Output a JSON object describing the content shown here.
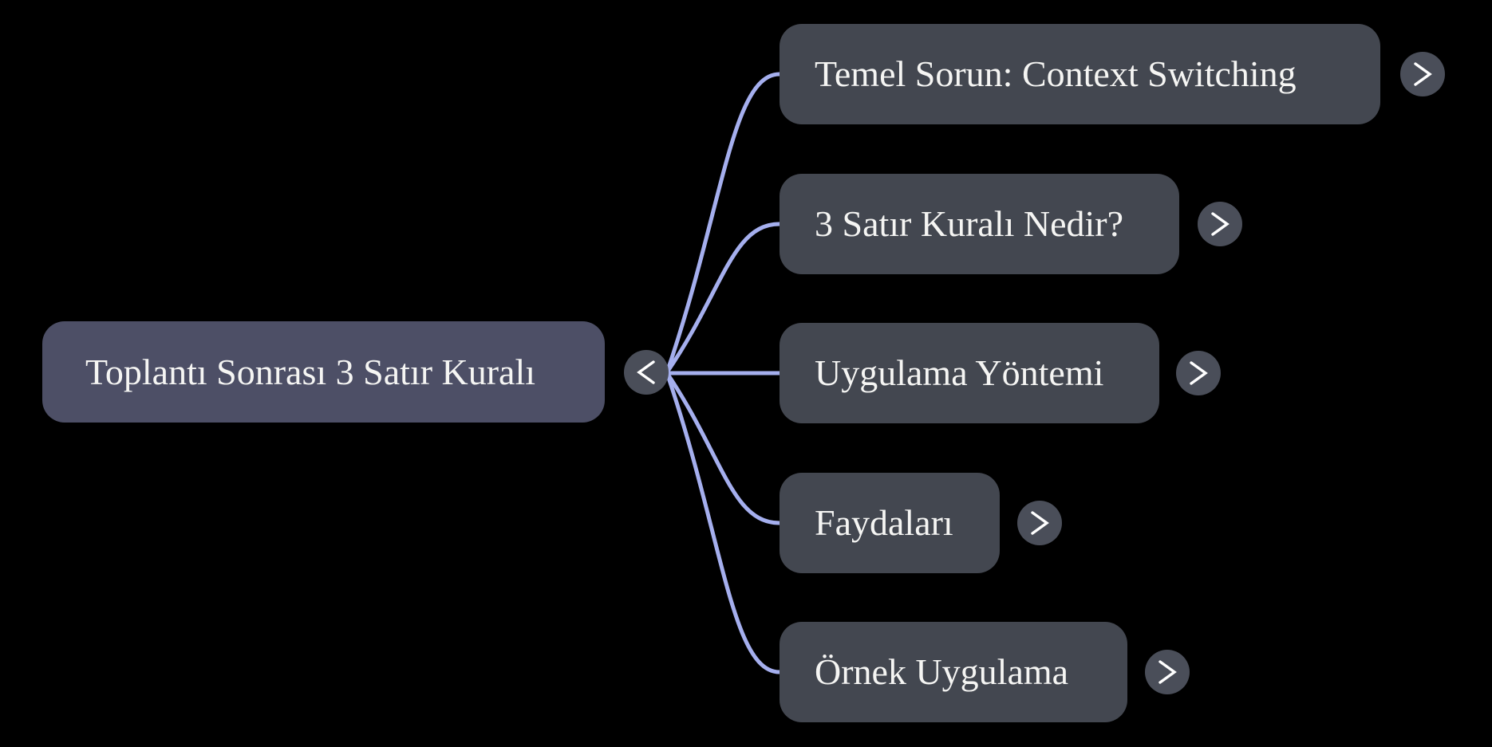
{
  "mindmap": {
    "root": {
      "label": "Toplantı Sonrası 3 Satır Kuralı",
      "toggle_icon": "chevron-left"
    },
    "children": [
      {
        "label": "Temel Sorun: Context Switching",
        "toggle_icon": "chevron-right"
      },
      {
        "label": "3 Satır Kuralı Nedir?",
        "toggle_icon": "chevron-right"
      },
      {
        "label": "Uygulama Yöntemi",
        "toggle_icon": "chevron-right"
      },
      {
        "label": "Faydaları",
        "toggle_icon": "chevron-right"
      },
      {
        "label": "Örnek Uygulama",
        "toggle_icon": "chevron-right"
      }
    ],
    "colors": {
      "background": "#000000",
      "root_node_fill": "#4d4f66",
      "child_node_fill": "#434750",
      "toggle_fill": "#4a4e59",
      "link_stroke": "#a5afee",
      "text": "#f5f5f3",
      "chevron_stroke": "#ffffff"
    }
  }
}
